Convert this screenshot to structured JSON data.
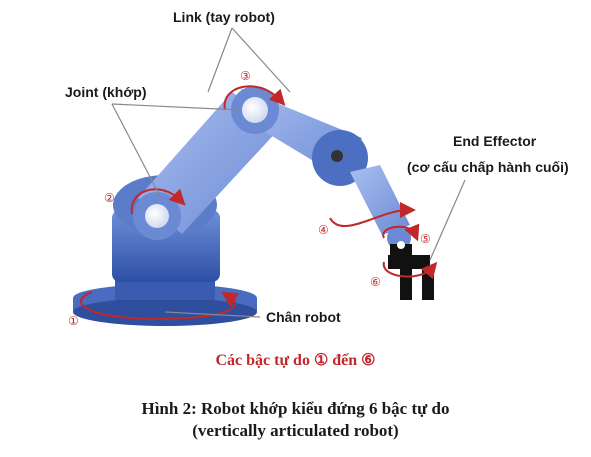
{
  "labels": {
    "link": "Link (tay robot)",
    "joint": "Joint (khớp)",
    "end_effector_line1": "End Effector",
    "end_effector_line2": "(cơ cấu chấp hành cuối)",
    "base": "Chân robot"
  },
  "joint_numbers": [
    "①",
    "②",
    "③",
    "④",
    "⑤",
    "⑥"
  ],
  "caption_red": "Các bậc tự do ① đến ⑥",
  "caption_line1": "Hình 2: Robot khớp kiểu đứng 6 bậc tự do",
  "caption_line2": "(vertically articulated robot)",
  "colors": {
    "arm_blue": "#8aa6e0",
    "base_blue": "#3f63b8",
    "arrow_red": "#c0282b",
    "gripper_black": "#111111"
  }
}
